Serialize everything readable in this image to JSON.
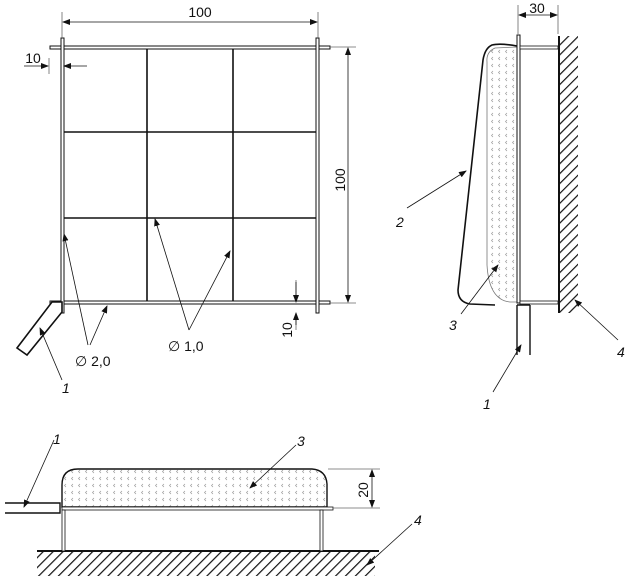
{
  "front_view": {
    "width_dim": "100",
    "height_dim": "100",
    "offset_top_dim": "10",
    "offset_bottom_dim": "10",
    "frame_rod_diameter": "∅ 2,0",
    "inner_rod_diameter": "∅ 1,0",
    "handle_label": "1"
  },
  "side_view": {
    "depth_dim": "30",
    "cover_label": "2",
    "cushion_label": "3",
    "wall_label": "4",
    "handle_label": "1"
  },
  "bottom_view": {
    "height_dim": "20",
    "handle_label": "1",
    "cushion_label": "3",
    "floor_label": "4"
  },
  "colors": {
    "line": "#111111",
    "dim_line": "#555555",
    "fill_dots": "#999999"
  }
}
